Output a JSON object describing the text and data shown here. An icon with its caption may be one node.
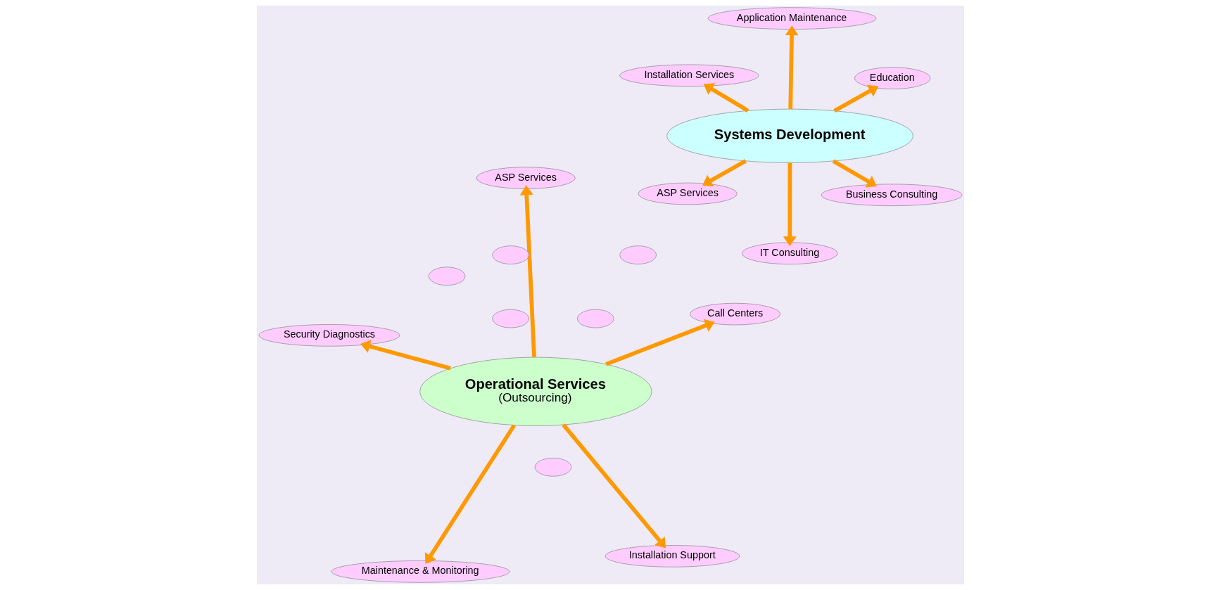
{
  "diagram": {
    "nodes": [
      {
        "text": [
          "Systems Development"
        ]
      },
      {
        "text": [
          "Business Consulting"
        ]
      },
      {
        "text": [
          "IT Consulting"
        ]
      },
      {
        "text": [
          "Installation Services"
        ]
      },
      {
        "text": [
          "Education"
        ]
      },
      {
        "text": [
          "Application Maintenance"
        ]
      },
      {
        "text": [
          "ASP Services"
        ]
      },
      {
        "text": [
          "Operational Services",
          "(Outsourcing)"
        ]
      },
      {
        "text": [
          "Installation Support"
        ]
      },
      {
        "text": [
          "Maintenance & Monitoring"
        ]
      },
      {
        "text": [
          "Security Diagnostics"
        ]
      },
      {
        "text": [
          "Call Centers"
        ]
      },
      {
        "text": [
          "ASP Services"
        ]
      },
      {
        "text": [],
        "shape": "ellipse"
      },
      {
        "text": [],
        "shape": "ellipse"
      },
      {
        "text": [],
        "shape": "ellipse"
      },
      {
        "text": [],
        "shape": "ellipse"
      },
      {
        "text": [],
        "shape": "ellipse"
      },
      {
        "text": [],
        "shape": "ellipse"
      }
    ],
    "edges": [
      {
        "from": 0,
        "to": 1,
        "arrow": "to"
      },
      {
        "from": 0,
        "to": 2,
        "arrow": "to"
      },
      {
        "from": 0,
        "to": 3,
        "arrow": "to"
      },
      {
        "from": 0,
        "to": 4,
        "arrow": "to"
      },
      {
        "from": 0,
        "to": 5,
        "arrow": "to"
      },
      {
        "from": 0,
        "to": 6,
        "arrow": "to"
      },
      {
        "from": 7,
        "to": 8,
        "arrow": "to"
      },
      {
        "from": 7,
        "to": 9,
        "arrow": "to"
      },
      {
        "from": 7,
        "to": 10,
        "arrow": "to"
      },
      {
        "from": 7,
        "to": 11,
        "arrow": "to"
      },
      {
        "from": 7,
        "to": 12,
        "arrow": "to"
      }
    ]
  }
}
